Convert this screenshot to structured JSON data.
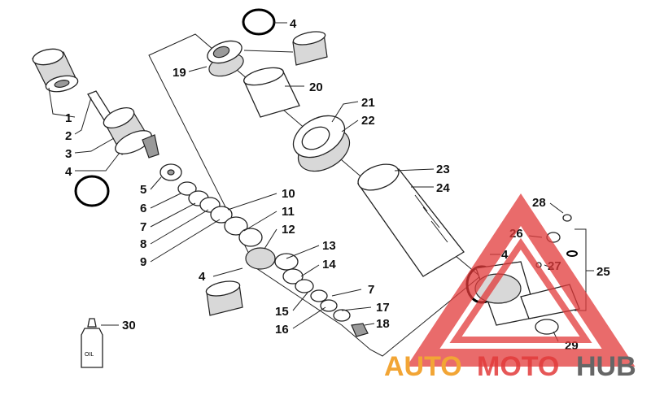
{
  "labels": {
    "l1": "1",
    "l2": "2",
    "l3": "3",
    "l4a": "4",
    "l4b": "4",
    "l4c": "4",
    "l4d": "4",
    "l5": "5",
    "l6": "6",
    "l7a": "7",
    "l7b": "7",
    "l8": "8",
    "l9": "9",
    "l10": "10",
    "l11": "11",
    "l12": "12",
    "l13": "13",
    "l14": "14",
    "l15": "15",
    "l16": "16",
    "l17": "17",
    "l18": "18",
    "l19": "19",
    "l20": "20",
    "l21": "21",
    "l22": "22",
    "l23": "23",
    "l24": "24",
    "l25": "25",
    "l26": "26",
    "l27": "27",
    "l28": "28",
    "l29": "29",
    "l30": "30"
  },
  "bottle_text": "OIL",
  "watermark": {
    "auto": "AUTO",
    "moto": "MOTO",
    "hub": "HUB"
  },
  "colors": {
    "watermark_red": "#e23a3a",
    "watermark_orange": "#f2a535",
    "watermark_gray": "#666666"
  }
}
